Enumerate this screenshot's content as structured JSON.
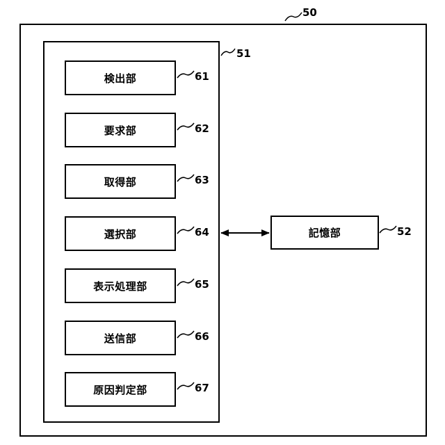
{
  "system": {
    "ref": "50"
  },
  "control": {
    "ref": "51"
  },
  "units": [
    {
      "label": "検出部",
      "ref": "61"
    },
    {
      "label": "要求部",
      "ref": "62"
    },
    {
      "label": "取得部",
      "ref": "63"
    },
    {
      "label": "選択部",
      "ref": "64"
    },
    {
      "label": "表示処理部",
      "ref": "65"
    },
    {
      "label": "送信部",
      "ref": "66"
    },
    {
      "label": "原因判定部",
      "ref": "67"
    }
  ],
  "storage": {
    "label": "記憶部",
    "ref": "52"
  }
}
